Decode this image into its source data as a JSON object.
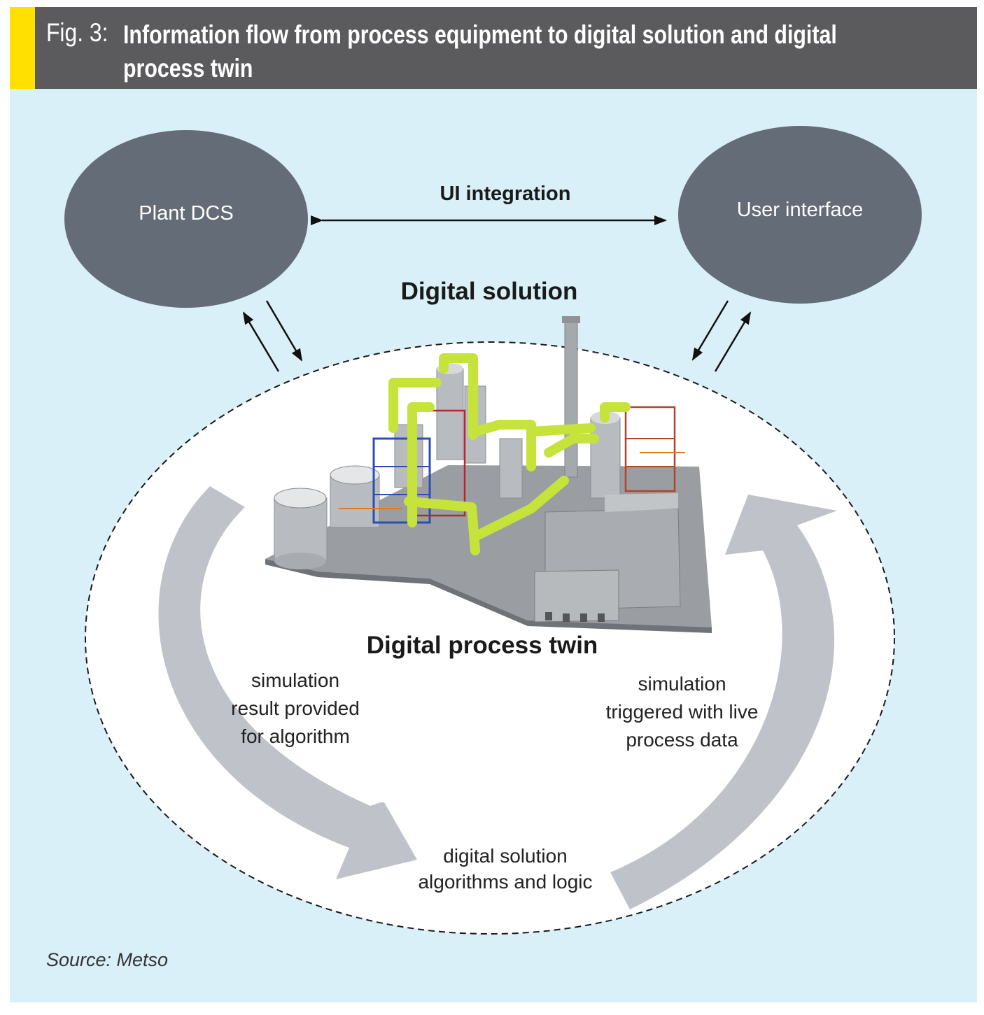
{
  "header": {
    "fig_label": "Fig. 3:",
    "title": "Information flow from process equipment to digital solution and digital process twin"
  },
  "nodes": {
    "plant_dcs": "Plant DCS",
    "user_interface": "User interface"
  },
  "labels": {
    "ui_integration": "UI integration",
    "digital_solution": "Digital solution",
    "digital_process_twin": "Digital process twin",
    "left_flow": [
      "simulation",
      "result provided",
      "for algorithm"
    ],
    "right_flow": [
      "simulation",
      "triggered with live",
      "process data"
    ],
    "bottom": [
      "digital solution",
      "algorithms and logic"
    ]
  },
  "source": "Source: Metso",
  "colors": {
    "accent": "#ffe000",
    "header_bg": "#5b5a5c",
    "canvas_bg": "#d9f0f9",
    "node_fill": "#646c77",
    "flow_arrow": "#bfc3c9",
    "pipe_green": "#c6e33c",
    "equipment_grey": "#b8bbbf",
    "floor_grey": "#9a9da1"
  },
  "icons": {
    "plant_model": "3d-process-plant-model-icon"
  }
}
